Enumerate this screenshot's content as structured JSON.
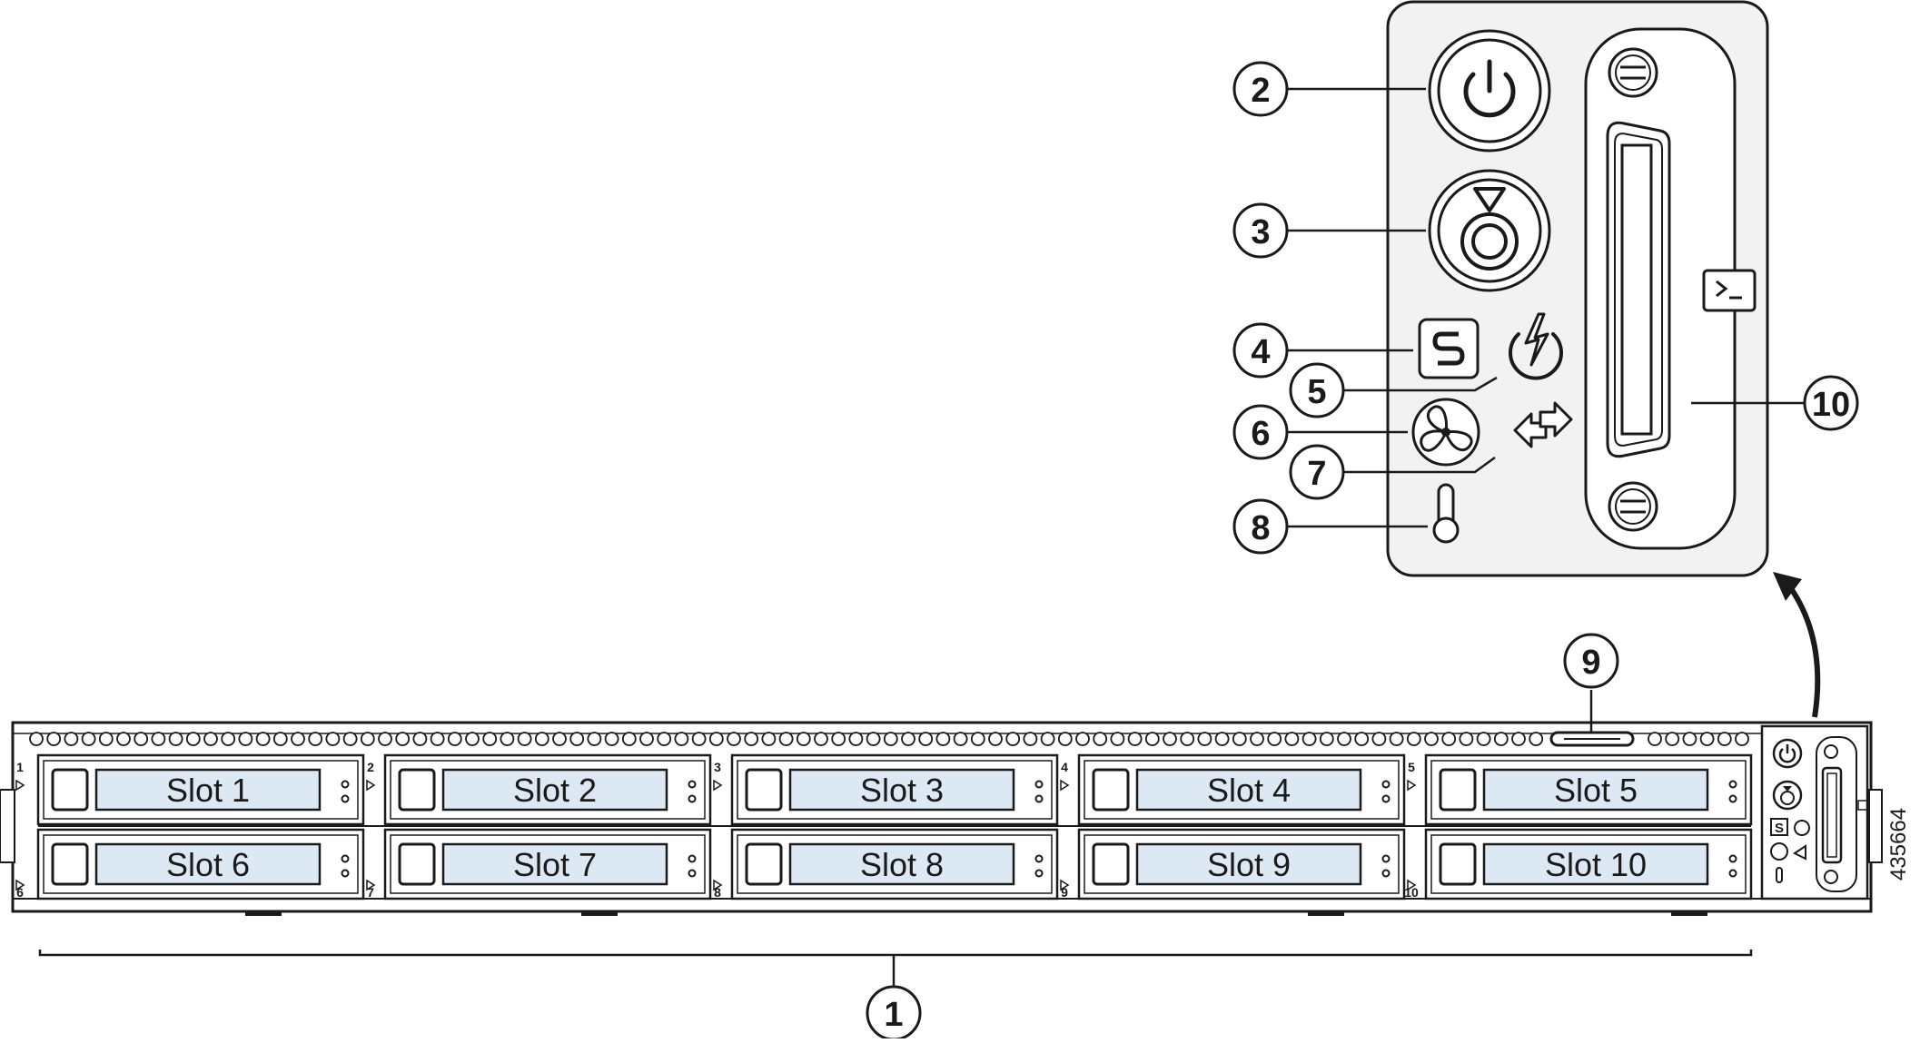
{
  "figure_id": "435664",
  "slots": [
    {
      "label": "Slot 1"
    },
    {
      "label": "Slot 2"
    },
    {
      "label": "Slot 3"
    },
    {
      "label": "Slot 4"
    },
    {
      "label": "Slot 5"
    },
    {
      "label": "Slot 6"
    },
    {
      "label": "Slot 7"
    },
    {
      "label": "Slot 8"
    },
    {
      "label": "Slot 9"
    },
    {
      "label": "Slot 10"
    }
  ],
  "callouts": [
    "1",
    "2",
    "3",
    "4",
    "5",
    "6",
    "7",
    "8",
    "9",
    "10"
  ],
  "bay_marks": {
    "top": [
      "1",
      "2",
      "3",
      "4",
      "5"
    ],
    "bottom": [
      "6",
      "7",
      "8",
      "9",
      "10"
    ]
  },
  "icons": {
    "power": "power-button-icon",
    "unit_id": "unit-id-button-icon",
    "status": "system-status-icon",
    "psu": "power-supply-status-icon",
    "fan": "fan-status-icon",
    "network": "network-link-icon",
    "temp": "temperature-status-icon",
    "kvm": "kvm-console-connector-icon",
    "pull_tab": "pull-out-asset-tag-icon"
  },
  "colors": {
    "slot_fill": "#dce9f5",
    "line": "#1a1a1a",
    "panel_fill": "#f2f2f2"
  }
}
